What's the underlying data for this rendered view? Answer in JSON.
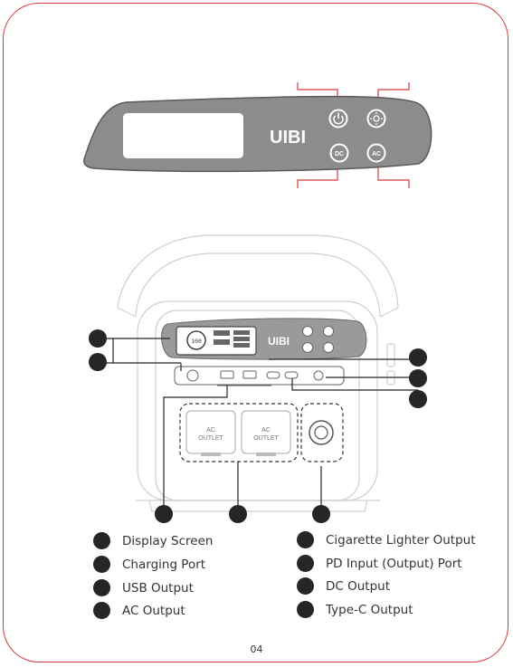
{
  "brand": "UIBI",
  "panel_labels": {
    "ac_outlet_1": "AC\nOUTLET",
    "ac_outlet_2": "AC\nOUTLET",
    "lcd_reading": "100"
  },
  "legend": {
    "left": [
      {
        "label": "Display Screen"
      },
      {
        "label": "Charging Port"
      },
      {
        "label": "USB Output"
      },
      {
        "label": "AC Output"
      }
    ],
    "right": [
      {
        "label": "Cigarette Lighter Output"
      },
      {
        "label": "PD Input (Output) Port"
      },
      {
        "label": "DC Output"
      },
      {
        "label": "Type-C Output"
      }
    ]
  },
  "page_number": "04",
  "colors": {
    "frame": "#d4383f",
    "callout": "#d4383f",
    "panel": "#8c8c8c",
    "dot": "#262626"
  },
  "icons": [
    "power-icon",
    "light-icon",
    "dc-button-icon",
    "ac-button-icon"
  ]
}
